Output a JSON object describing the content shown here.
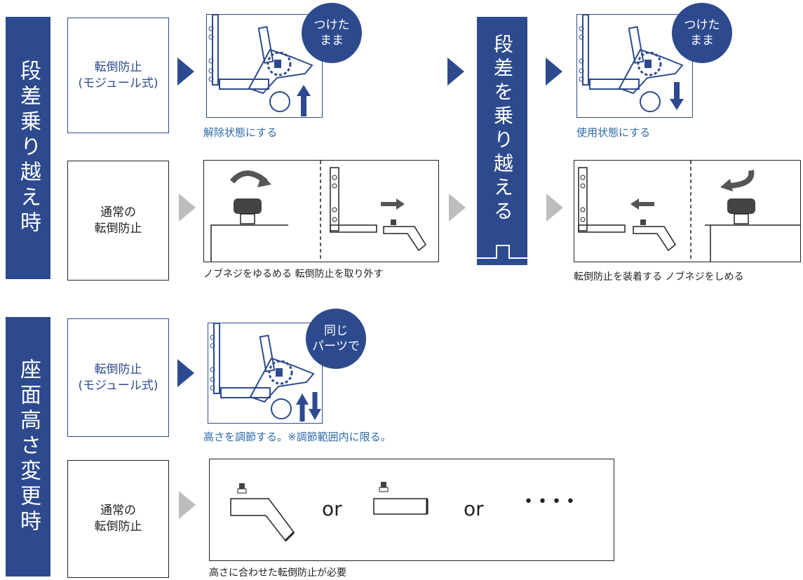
{
  "section_step": {
    "label": "段差乗り越え時",
    "module_label": "転倒防止\n(モジュール式)",
    "normal_label": "通常の\n転倒防止",
    "bubble_release": "つけた\nまま",
    "caption_release": "解除状態にする",
    "center_label": "段差を乗り越える",
    "bubble_use": "つけた\nまま",
    "caption_use": "使用状態にする",
    "caption_remove": "ノブネジをゆるめる 転倒防止を取り外す",
    "caption_attach": "転倒防止を装着する ノブネジをしめる"
  },
  "section_seat": {
    "label": "座面高さ変更時",
    "module_label": "転倒防止\n(モジュール式)",
    "bubble_same": "同じ\nパーツで",
    "caption_adjust": "高さを調節する。※調節範囲内に限る。",
    "normal_label": "通常の\n転倒防止",
    "or_1": "or",
    "or_2": "or",
    "ellipsis": "• • • •",
    "caption_need": "高さに合わせた転倒防止が必要"
  },
  "colors": {
    "primary": "#2d4a8e",
    "arrow_gray": "#bdbdbd",
    "caption_blue": "#2d6aa8"
  }
}
